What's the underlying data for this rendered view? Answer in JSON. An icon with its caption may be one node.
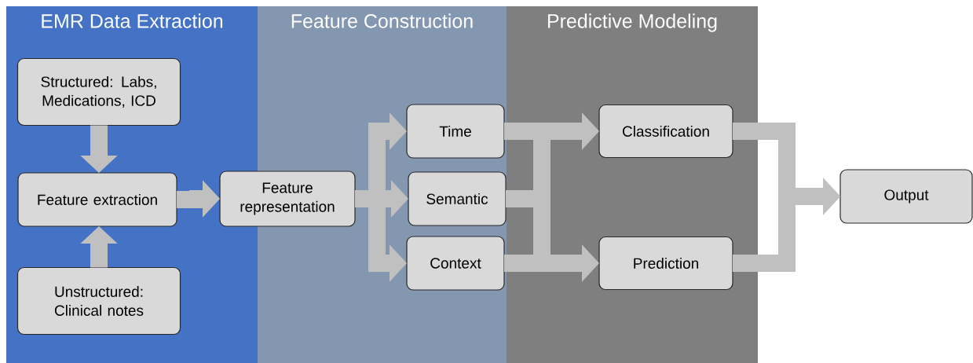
{
  "diagram": {
    "nodes": [
      {
        "text": [
          "EMR Data Extraction"
        ]
      },
      {
        "text": [
          "Feature Construction"
        ]
      },
      {
        "text": [
          "Predictive Modeling"
        ]
      },
      {
        "text": [
          "Structured: Labs, Medications, ICD"
        ],
        "in": 0
      },
      {
        "text": [
          "Feature extraction"
        ],
        "in": 0
      },
      {
        "text": [
          "Unstructured: Clinical notes"
        ],
        "in": 0
      },
      {
        "text": [
          "Feature representation"
        ]
      },
      {
        "text": [
          "Time"
        ],
        "in": 1
      },
      {
        "text": [
          "Semantic"
        ],
        "in": 1
      },
      {
        "text": [
          "Context"
        ],
        "in": 1
      },
      {
        "text": [
          "Classification"
        ],
        "in": 2
      },
      {
        "text": [
          "Prediction"
        ],
        "in": 2
      },
      {
        "text": [
          "Output"
        ]
      }
    ],
    "edges": [
      {
        "from": 3,
        "to": 4,
        "arrow": "to"
      },
      {
        "from": 5,
        "to": 4,
        "arrow": "to"
      },
      {
        "from": 4,
        "to": 6,
        "arrow": "to"
      },
      {
        "from": 6,
        "to": 7,
        "arrow": "to"
      },
      {
        "from": 6,
        "to": 8,
        "arrow": "to"
      },
      {
        "from": 6,
        "to": 9,
        "arrow": "to"
      },
      {
        "from": 7,
        "to": 10,
        "arrow": "to"
      },
      {
        "from": 7,
        "to": 11,
        "arrow": "to"
      },
      {
        "from": 8,
        "to": 10,
        "arrow": "to"
      },
      {
        "from": 8,
        "to": 11,
        "arrow": "to"
      },
      {
        "from": 9,
        "to": 10,
        "arrow": "to"
      },
      {
        "from": 9,
        "to": 11,
        "arrow": "to"
      },
      {
        "from": 10,
        "to": 12,
        "arrow": "to"
      },
      {
        "from": 11,
        "to": 12,
        "arrow": "to"
      }
    ]
  }
}
